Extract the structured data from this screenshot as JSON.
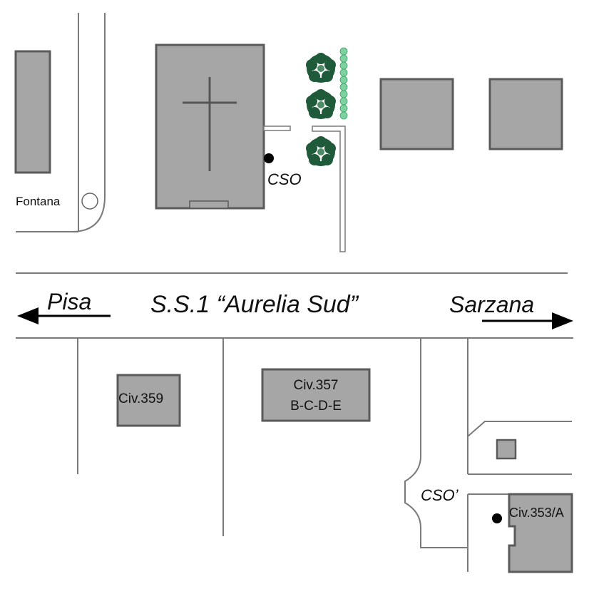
{
  "labels": {
    "fontana": "Fontana",
    "cso_top": "CSO",
    "pisa": "Pisa",
    "road": "S.S.1 “Aurelia Sud”",
    "sarzana": "Sarzana",
    "civ359": "Civ.359",
    "civ357_line1": "Civ.357",
    "civ357_line2": "B-C-D-E",
    "cso_bottom": "CSO’",
    "civ353a": "Civ.353/A"
  },
  "colors": {
    "building_fill": "#a6a6a6",
    "building_stroke": "#5a5a5a",
    "line": "#7a7a7a",
    "tree_dark": "#1f5a3a",
    "tree_light": "#7dd3a0",
    "marker": "#000000"
  },
  "icons": {
    "church": "cross-icon",
    "tree": "tree-icon",
    "fountain": "circle-icon",
    "arrow_left": "arrow-left-icon",
    "arrow_right": "arrow-right-icon",
    "marker": "dot-marker-icon"
  }
}
